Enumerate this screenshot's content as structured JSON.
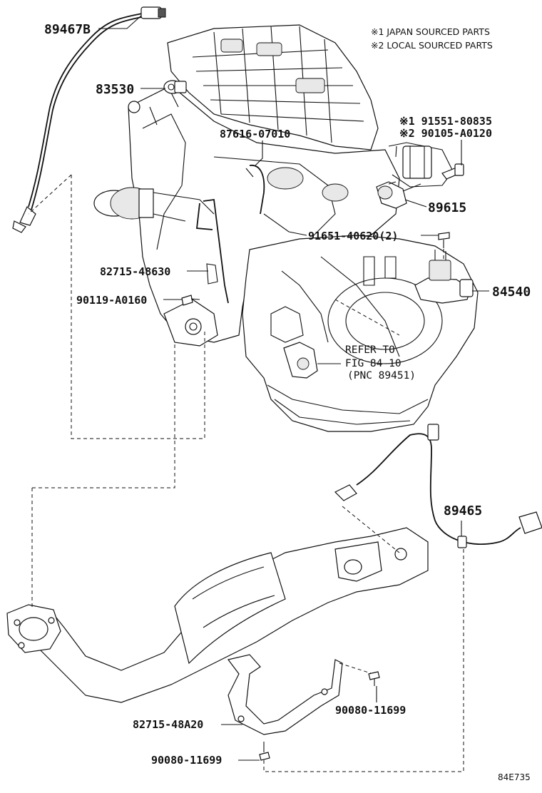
{
  "notes": {
    "japan": "※1 JAPAN SOURCED PARTS",
    "local": "※2 LOCAL SOURCED PARTS"
  },
  "labels": {
    "p89467b": "89467B",
    "p83530": "83530",
    "p87616": "87616-07010",
    "p91551": "※1 91551-80835",
    "p90105": "※2 90105-A0120",
    "p89615": "89615",
    "p91651": "91651-40620(2)",
    "p82715a": "82715-48630",
    "p90119": "90119-A0160",
    "p84540": "84540",
    "ref1": "REFER TO",
    "ref2": "FIG 84-10",
    "ref3": "(PNC 89451)",
    "p89465": "89465",
    "p90080a": "90080-11699",
    "p82715b": "82715-48A20",
    "p90080b": "90080-11699"
  },
  "figure_id": "84E735"
}
